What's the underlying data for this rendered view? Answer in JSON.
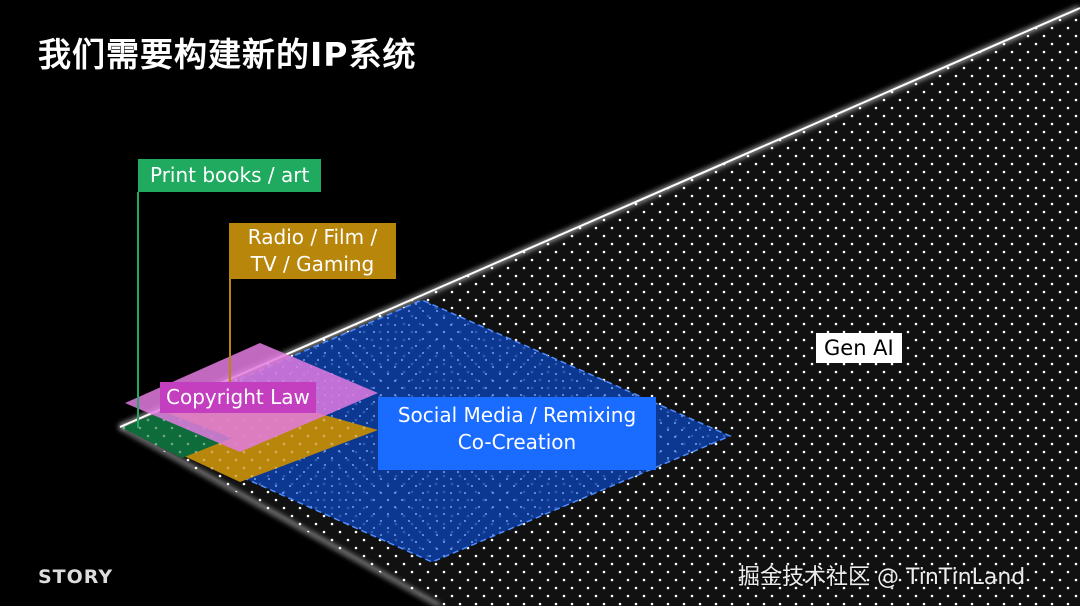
{
  "slide": {
    "title": "我们需要构建新的IP系统",
    "logo": "STORY",
    "watermark": "掘金技术社区 @ TinTinLand"
  },
  "layers": [
    {
      "id": "print",
      "label": "Print books / art",
      "color": "#1faa5f"
    },
    {
      "id": "radio",
      "label_line1": "Radio / Film /",
      "label_line2": "TV / Gaming",
      "color": "#b8860b"
    },
    {
      "id": "copyright",
      "label": "Copyright Law",
      "color": "#d46bd2"
    },
    {
      "id": "social",
      "label_line1": "Social Media / Remixing",
      "label_line2": "Co-Creation",
      "color": "#1a6bff"
    },
    {
      "id": "genai",
      "label": "Gen AI",
      "color": "#ffffff"
    }
  ],
  "colors": {
    "background": "#000000",
    "dots": "#ffffff"
  }
}
